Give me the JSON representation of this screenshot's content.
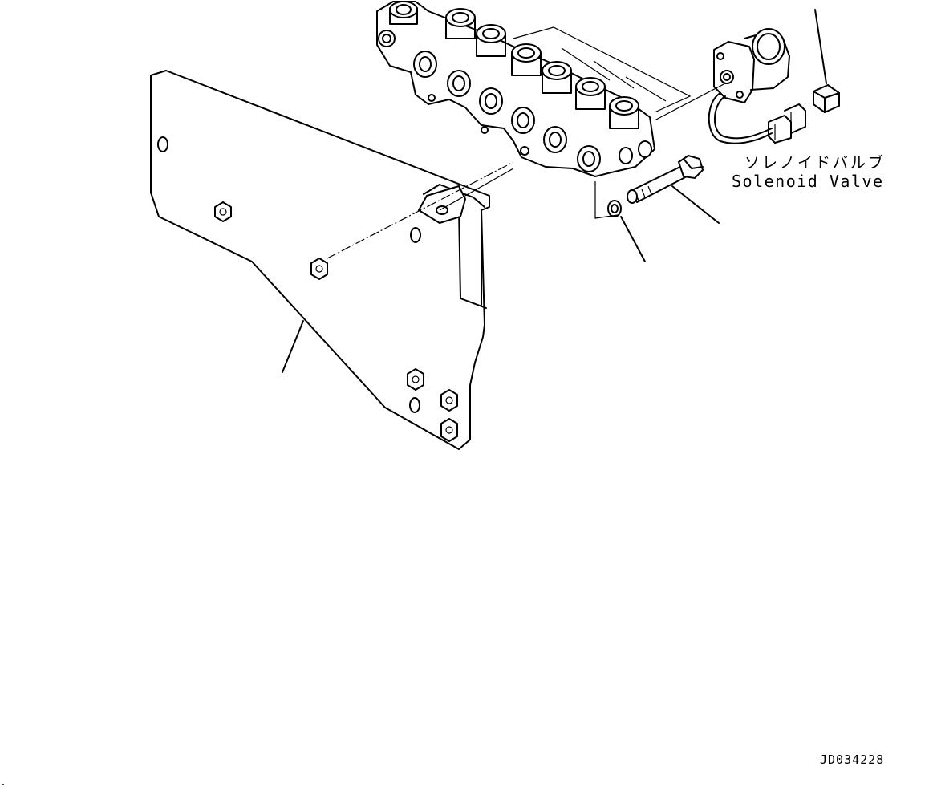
{
  "labels": {
    "solenoid_jp": "ソレノイドバルブ",
    "solenoid_en": "Solenoid Valve",
    "drawing_id": "JD034228"
  },
  "colors": {
    "line": "#000000",
    "background": "#ffffff"
  },
  "icons": [
    "bracket-plate",
    "valve-block",
    "solenoid-coil",
    "connector",
    "bolt",
    "washer",
    "marker-cube"
  ]
}
